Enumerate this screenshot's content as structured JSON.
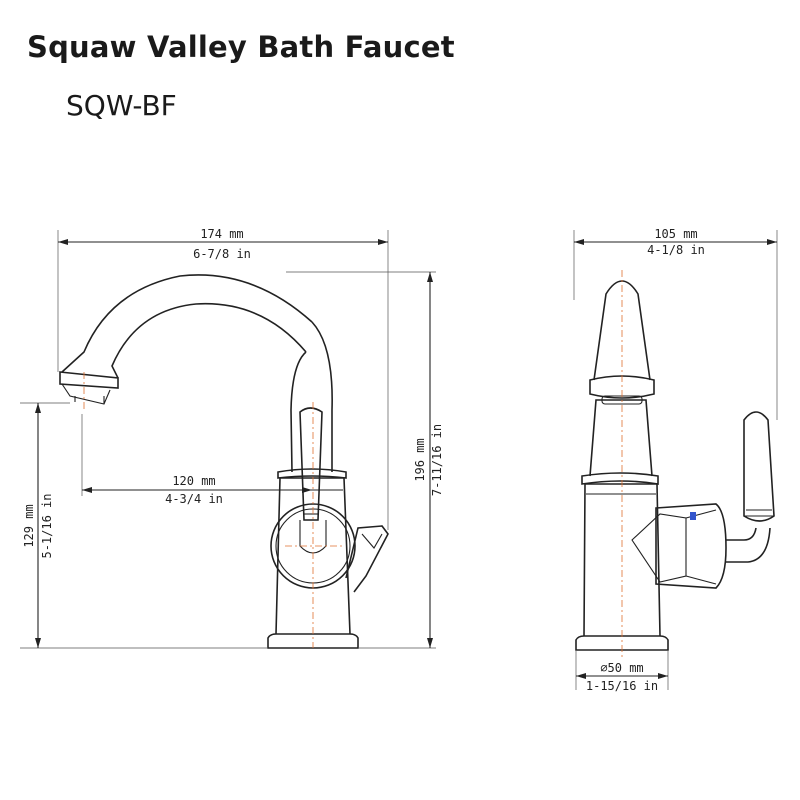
{
  "header": {
    "title": "Squaw Valley Bath Faucet",
    "model": "SQW-BF"
  },
  "dimensions": {
    "overall_width_mm": "174 mm",
    "overall_width_in": "6-7/8 in",
    "reach_mm": "120 mm",
    "reach_in": "4-3/4 in",
    "height_mm": "196 mm",
    "height_in": "7-11/16 in",
    "spout_height_mm": "129 mm",
    "spout_height_in": "5-1/16 in",
    "side_width_mm": "105 mm",
    "side_width_in": "4-1/8 in",
    "base_diameter_mm": "⌀50 mm",
    "base_diameter_in": "1-15/16 in"
  }
}
